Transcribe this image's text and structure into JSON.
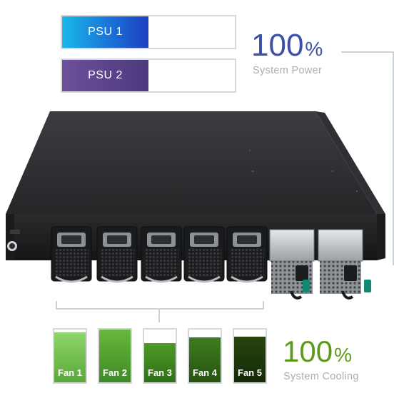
{
  "psus": [
    {
      "label": "PSU 1",
      "level": 0.5
    },
    {
      "label": "PSU 2",
      "level": 0.5
    }
  ],
  "power": {
    "value": "100",
    "unit": "%",
    "label": "System Power"
  },
  "fans": [
    {
      "label": "Fan 1",
      "level": 0.95,
      "color_top": "#8fd66a",
      "color_bottom": "#5aa83a"
    },
    {
      "label": "Fan 2",
      "level": 1.0,
      "color_top": "#67b83c",
      "color_bottom": "#3f8a26"
    },
    {
      "label": "Fan 3",
      "level": 0.75,
      "color_top": "#4f9a28",
      "color_bottom": "#2f6f17"
    },
    {
      "label": "Fan 4",
      "level": 0.85,
      "color_top": "#3f7d1f",
      "color_bottom": "#255312"
    },
    {
      "label": "Fan 5",
      "level": 0.87,
      "color_top": "#27450f",
      "color_bottom": "#152a06"
    }
  ],
  "cooling": {
    "value": "100",
    "unit": "%",
    "label": "System Cooling"
  },
  "colors": {
    "power_accent": "#3b4fa8",
    "cooling_accent": "#5c9a1a",
    "muted_text": "#a9aeb6"
  }
}
